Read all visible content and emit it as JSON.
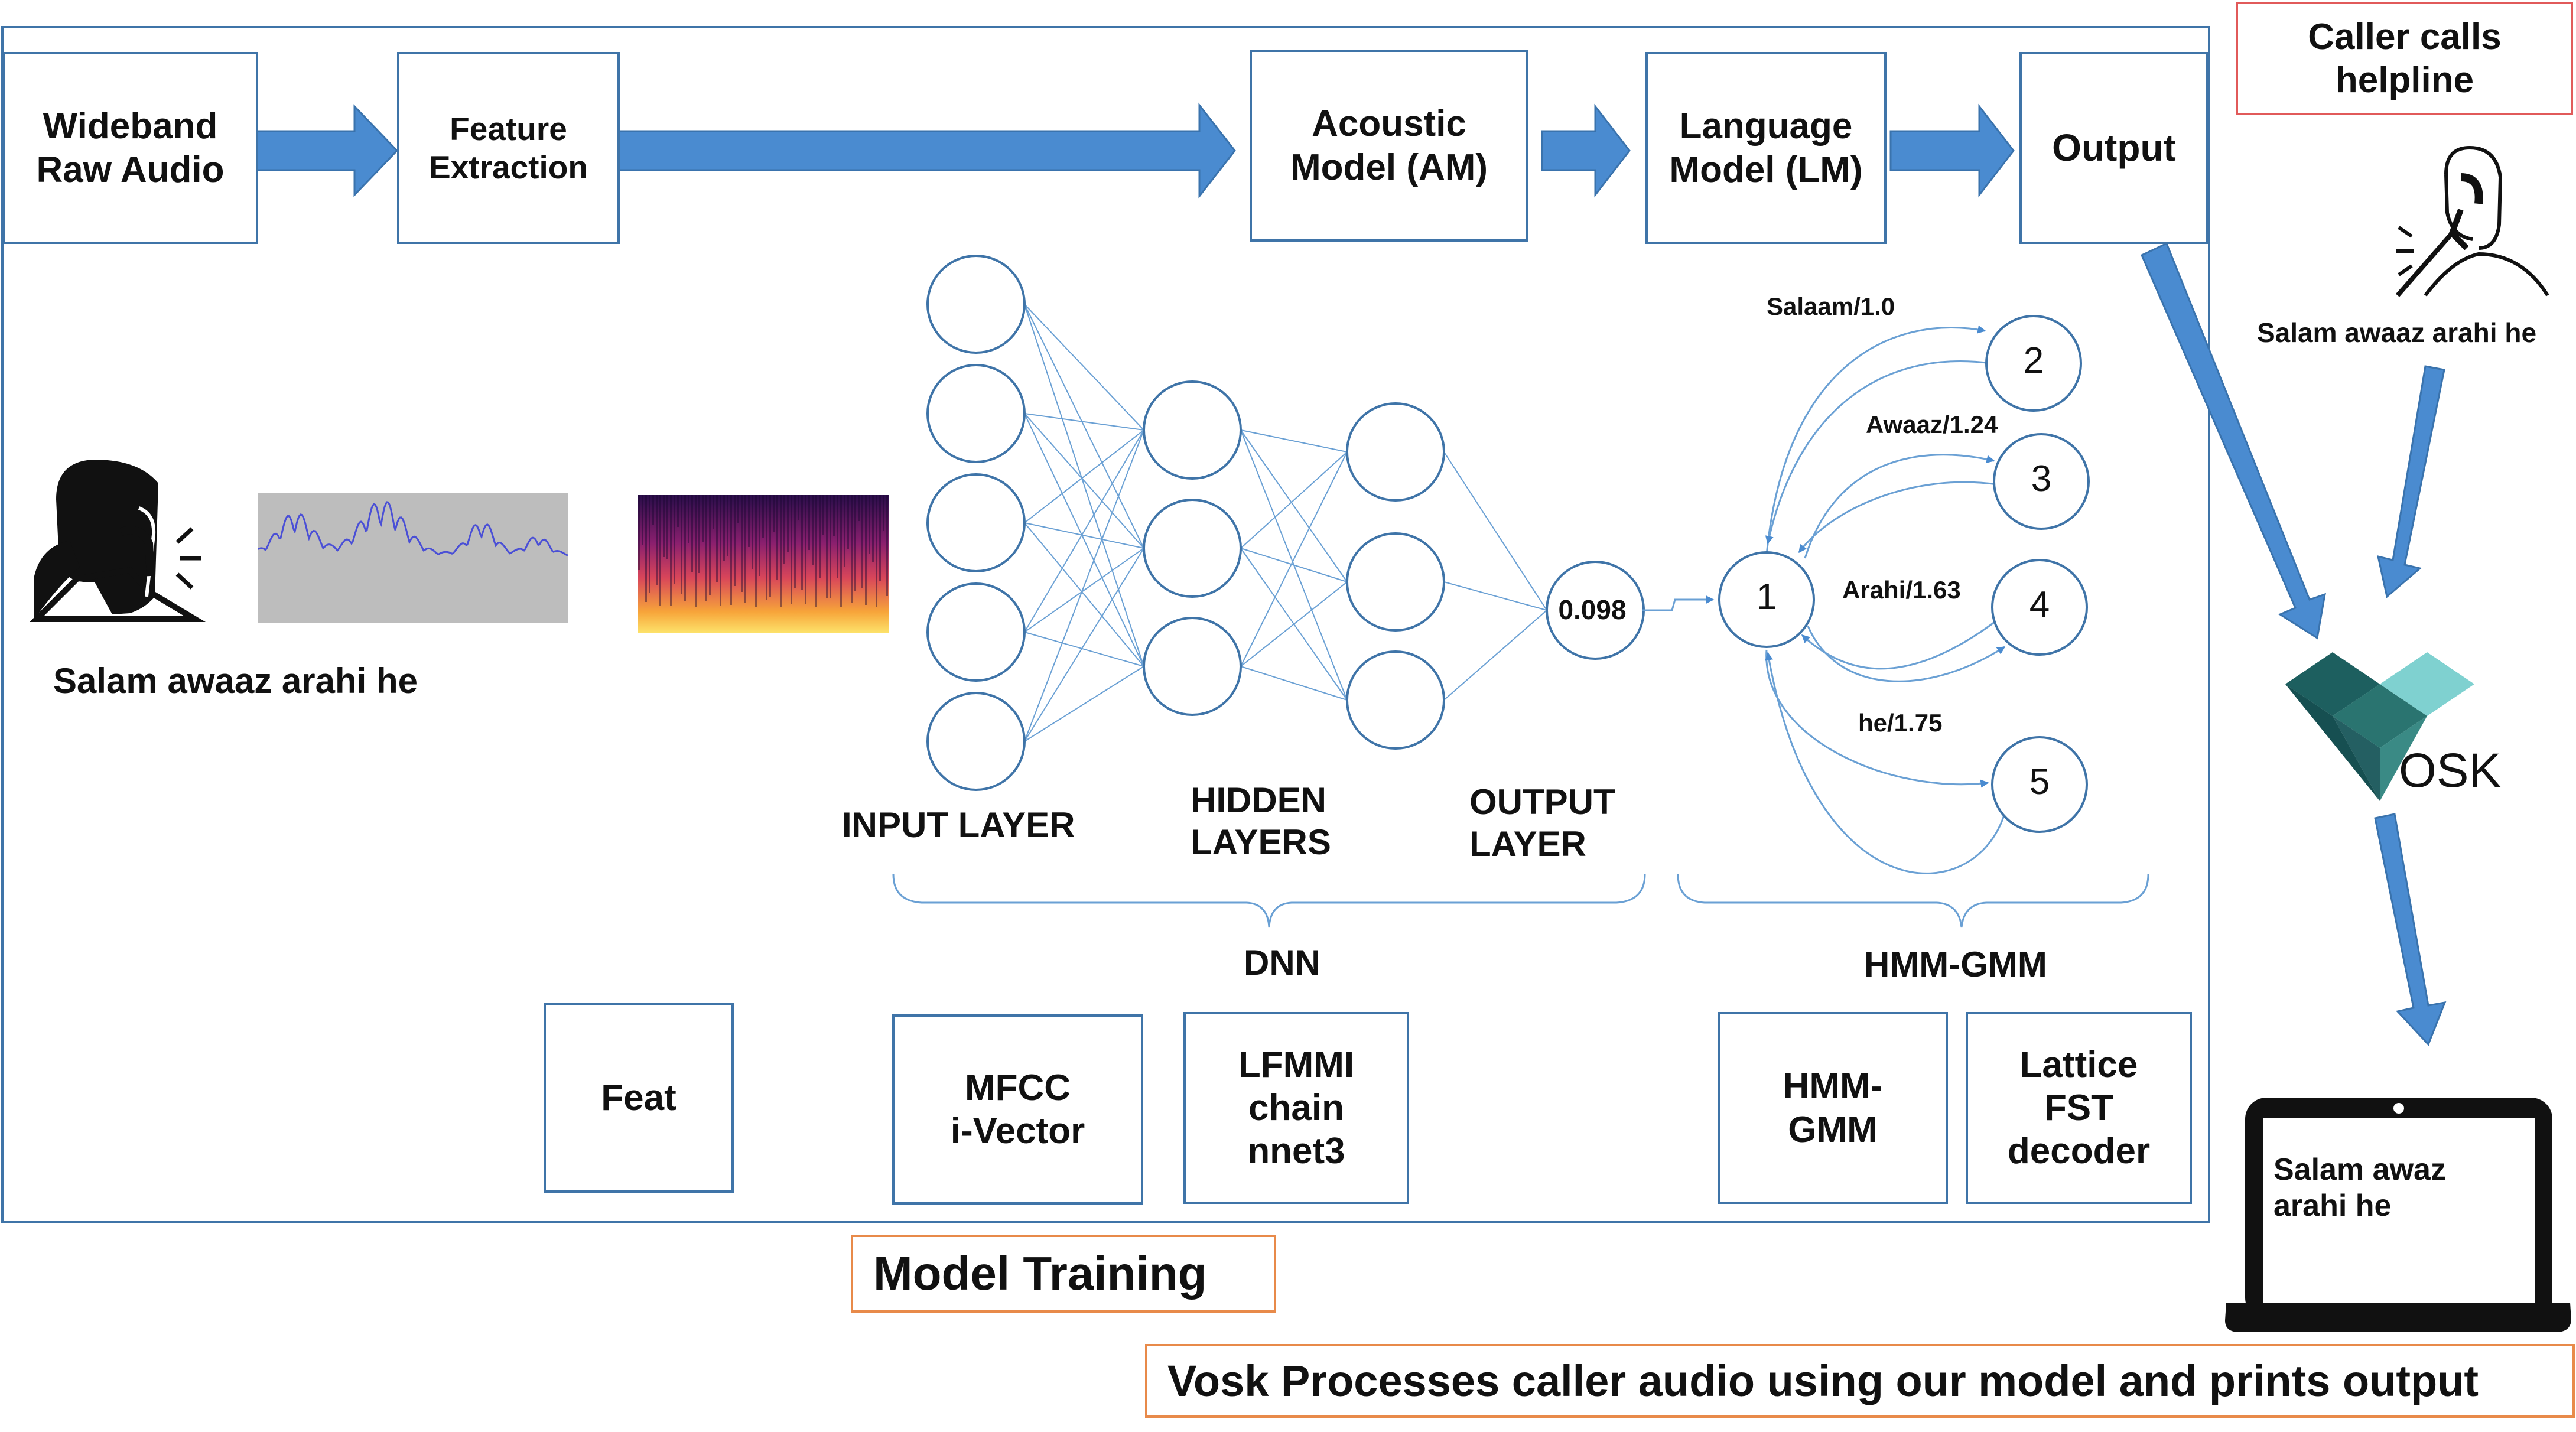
{
  "pipeline": {
    "wideband": "Wideband\nRaw Audio",
    "feature_extraction": "Feature\nExtraction",
    "acoustic_model": "Acoustic\nModel (AM)",
    "language_model": "Language\nModel (LM)",
    "output": "Output"
  },
  "left": {
    "caption": "Salam awaaz arahi he",
    "feat": "Feat"
  },
  "dnn": {
    "input_layer": "INPUT LAYER",
    "hidden_layers": "HIDDEN\nLAYERS",
    "output_layer": "OUTPUT\nLAYER",
    "output_value": "0.098",
    "group_label": "DNN",
    "mfcc": "MFCC\ni-Vector",
    "lfmmi": "LFMMI\nchain\nnnet3"
  },
  "hmm": {
    "group_label": "HMM-GMM",
    "hmm_gmm_box": "HMM-\nGMM",
    "lattice": "Lattice\nFST\ndecoder",
    "states": [
      "1",
      "2",
      "3",
      "4",
      "5"
    ],
    "arcs": [
      "Salaam/1.0",
      "Awaaz/1.24",
      "Arahi/1.63",
      "he/1.75"
    ]
  },
  "model_training": "Model Training",
  "right": {
    "caller_calls": "Caller calls\nhelpline",
    "caller_phrase": "Salam awaaz arahi he",
    "vosk_text": "OSK",
    "laptop_text": "Salam awaz\narahi he"
  },
  "vosk_caption": "Vosk Processes caller audio using our model and prints output",
  "colors": {
    "box_border": "#3f74a8",
    "arrow_fill": "#4a8bd0",
    "waveform": "#4a4fd6",
    "vosk_dark": "#1d5f5f",
    "vosk_mid": "#3a8a85",
    "vosk_light": "#7fd1d0",
    "red_border": "#e15a5a",
    "orange_border": "#e88a4a"
  }
}
